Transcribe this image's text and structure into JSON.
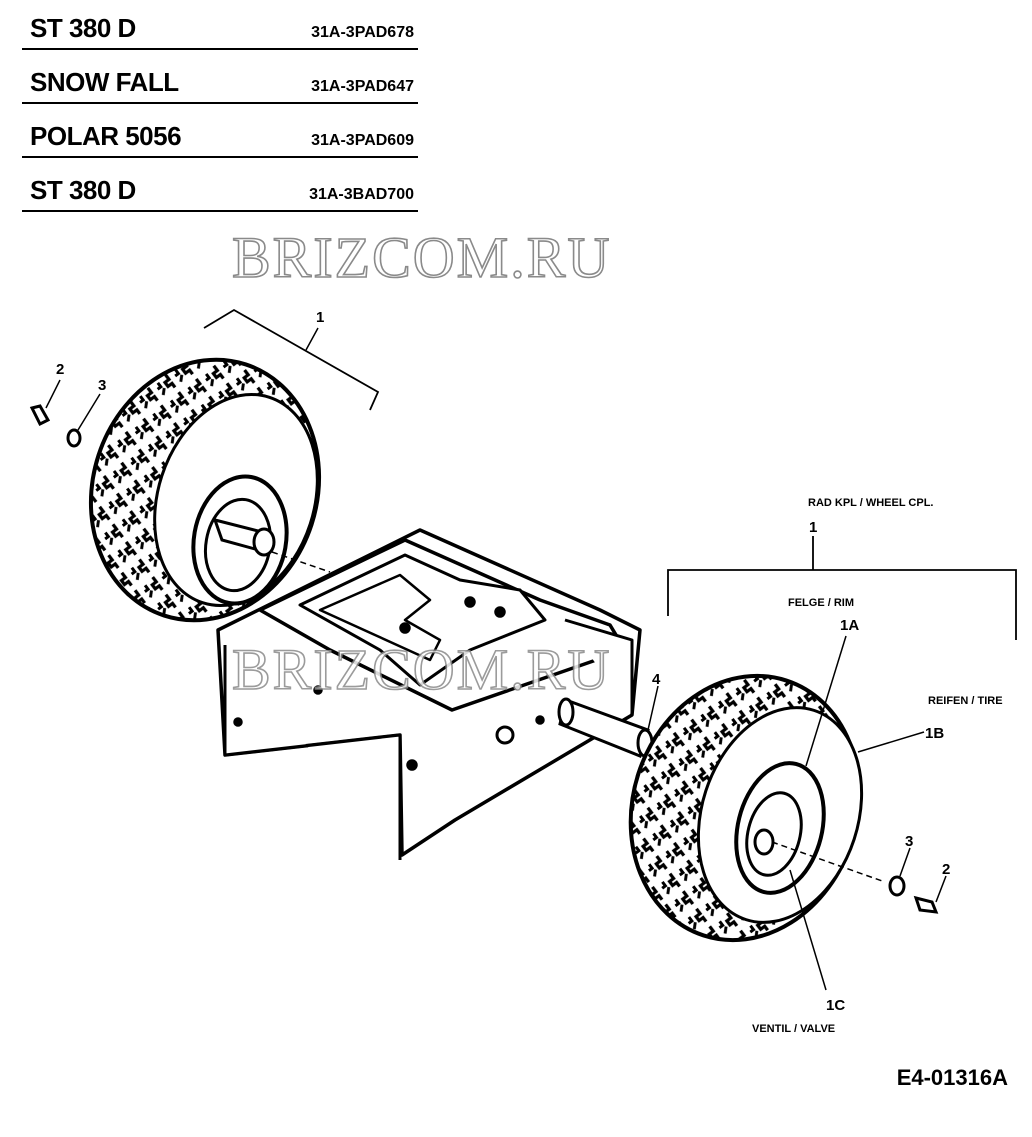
{
  "models": [
    {
      "name": "ST 380 D",
      "code": "31A-3PAD678"
    },
    {
      "name": "SNOW FALL",
      "code": "31A-3PAD647"
    },
    {
      "name": "POLAR 5056",
      "code": "31A-3PAD609"
    },
    {
      "name": "ST 380 D",
      "code": "31A-3BAD700"
    }
  ],
  "watermark": "BRIZCOM.RU",
  "callouts": {
    "left_wheel": "1",
    "left_bolt": "2",
    "left_washer": "3",
    "axle": "4",
    "right_wheel": "1",
    "right_wheel_desc": "RAD KPL / WHEEL CPL.",
    "rim_desc": "FELGE / RIM",
    "rim": "1A",
    "tire_desc": "REIFEN / TIRE",
    "tire": "1B",
    "valve": "1C",
    "valve_desc": "VENTIL / VALVE",
    "right_washer": "3",
    "right_bolt": "2"
  },
  "diagram_ref": "E4-01316A"
}
